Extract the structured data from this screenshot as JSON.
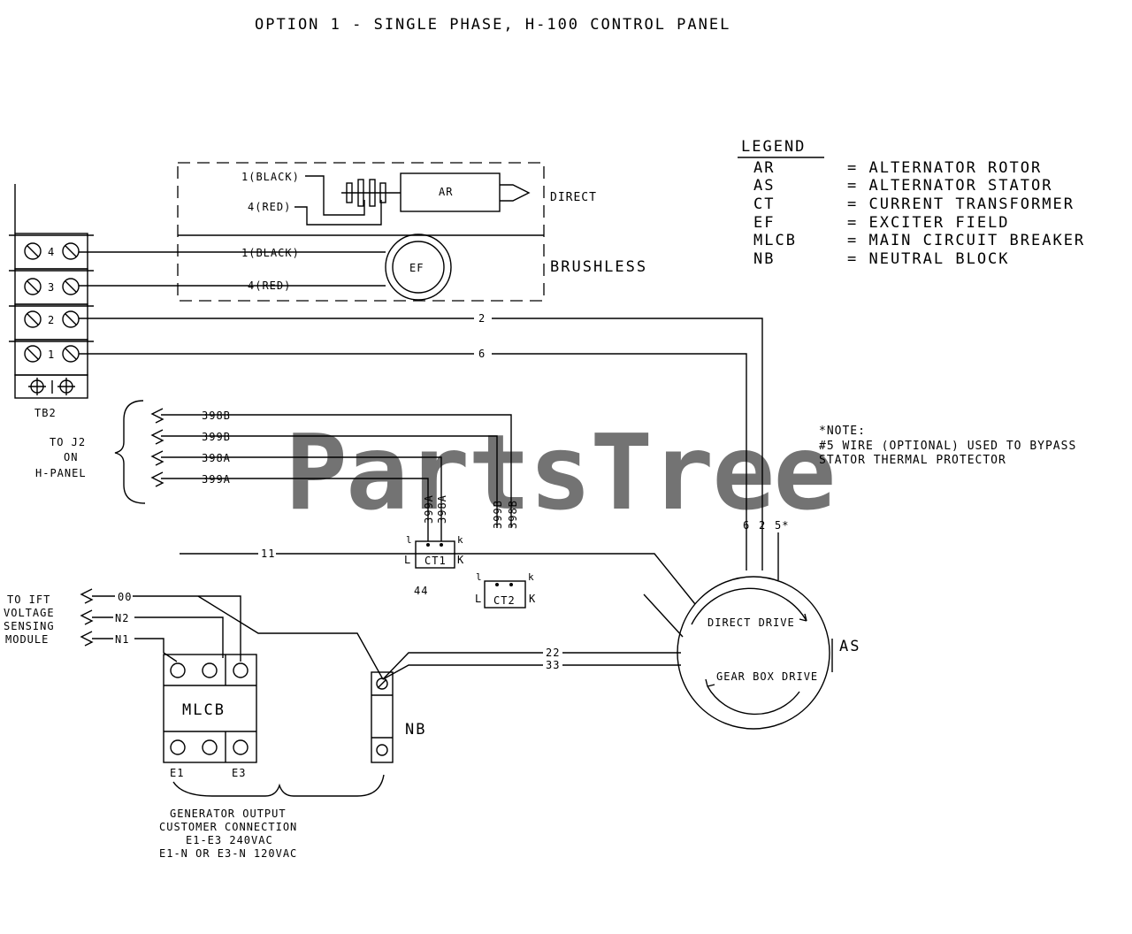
{
  "title": "OPTION 1 - SINGLE PHASE, H-100 CONTROL PANEL",
  "watermark": "PartsTree",
  "legend": {
    "heading": "LEGEND",
    "items": [
      {
        "abbr": "AR",
        "desc": "= ALTERNATOR ROTOR"
      },
      {
        "abbr": "AS",
        "desc": "= ALTERNATOR STATOR"
      },
      {
        "abbr": "CT",
        "desc": "= CURRENT TRANSFORMER"
      },
      {
        "abbr": "EF",
        "desc": "= EXCITER FIELD"
      },
      {
        "abbr": "MLCB",
        "desc": "= MAIN CIRCUIT BREAKER"
      },
      {
        "abbr": "NB",
        "desc": "= NEUTRAL BLOCK"
      }
    ]
  },
  "note": {
    "lines": [
      "*NOTE:",
      "#5 WIRE (OPTIONAL) USED TO BYPASS",
      "STATOR THERMAL PROTECTOR"
    ]
  },
  "rotor": {
    "direct_label": "DIRECT",
    "brushless_label": "BRUSHLESS",
    "ar_label": "AR",
    "ef_label": "EF",
    "wire_black_direct": "1(BLACK)",
    "wire_red_direct": "4(RED)",
    "wire_black_brushless": "1(BLACK)",
    "wire_red_brushless": "4(RED)"
  },
  "terminal_block": {
    "label": "TB2",
    "terminals": [
      "4",
      "3",
      "2",
      "1"
    ]
  },
  "wires": {
    "w2": "2",
    "w6": "6",
    "w11": "11",
    "w22": "22",
    "w33": "33",
    "w00": "00",
    "wN2": "N2",
    "wN1": "N1",
    "w398B": "398B",
    "w399B": "399B",
    "w398A": "398A",
    "w399A": "399A",
    "v399A": "399A",
    "v398A": "398A",
    "v399B": "399B",
    "v398B": "398B",
    "s6": "6",
    "s2": "2",
    "s5": "5*"
  },
  "h_panel_label": [
    "TO J2",
    "ON",
    "H-PANEL"
  ],
  "voltage_module_label": [
    "TO IFT",
    "VOLTAGE",
    "SENSING",
    "MODULE"
  ],
  "ct1": {
    "label": "CT1",
    "terminal_l": "L",
    "terminal_k": "K",
    "small_l": "l",
    "small_k": "k",
    "number": "44"
  },
  "ct2": {
    "label": "CT2",
    "terminal_l": "L",
    "terminal_k": "K",
    "small_l": "l",
    "small_k": "k"
  },
  "stator": {
    "label": "AS",
    "direct_drive": "DIRECT DRIVE",
    "gear_box_drive": "GEAR BOX DRIVE"
  },
  "mlcb": {
    "label": "MLCB",
    "e1": "E1",
    "e3": "E3"
  },
  "neutral_block": {
    "label": "NB"
  },
  "generator_output": [
    "GENERATOR OUTPUT",
    "CUSTOMER CONNECTION",
    "E1-E3  240VAC",
    "E1-N OR E3-N 120VAC"
  ]
}
